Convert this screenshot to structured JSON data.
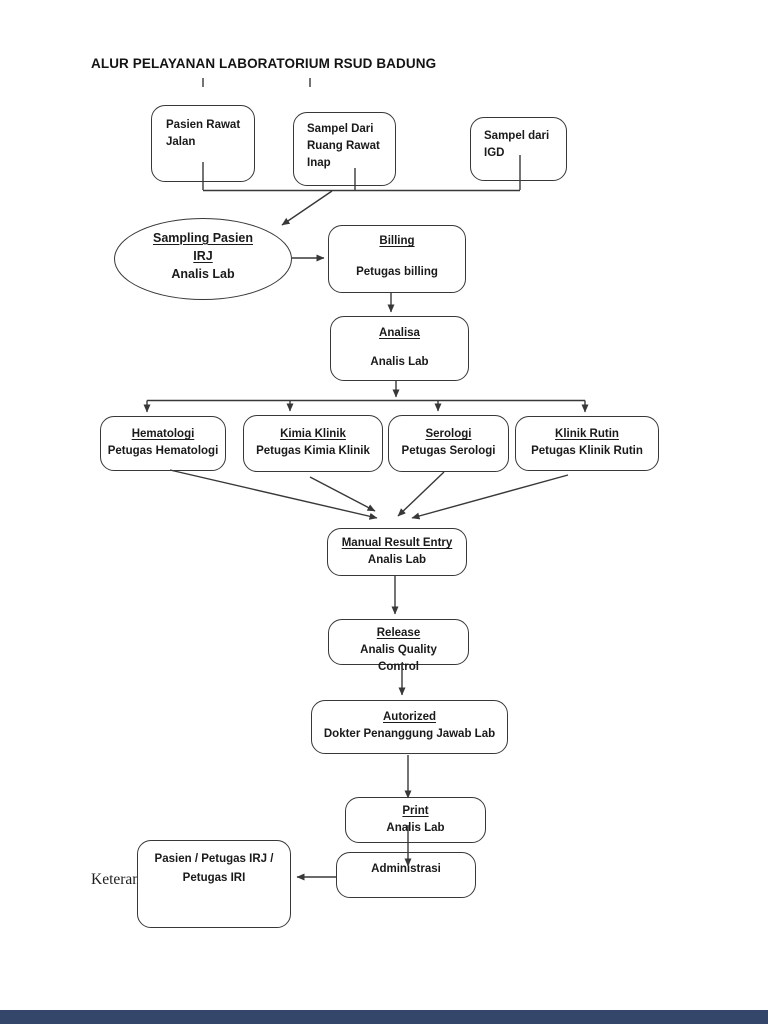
{
  "colors": {
    "line": "#383838",
    "text": "#1a1a1a",
    "bg": "#ffffff",
    "footer": "#35466b"
  },
  "title": "ALUR PELAYANAN LABORATORIUM RSUD BADUNG",
  "keterangan_label": "Keteran",
  "nodes": {
    "pasien_rawat_jalan": {
      "text": "Pasien Rawat\nJalan"
    },
    "sampel_rawat_inap": {
      "text": "Sampel Dari\nRuang Rawat\nInap"
    },
    "sampel_igd": {
      "text": "Sampel dari\nIGD"
    },
    "sampling_irj": {
      "heading": "Sampling Pasien\nIRJ",
      "sub": "Analis Lab"
    },
    "billing": {
      "heading": "Billing",
      "sub": "Petugas billing"
    },
    "analisa": {
      "heading": "Analisa",
      "sub": "Analis Lab"
    },
    "hematologi": {
      "heading": "Hematologi",
      "sub": "Petugas Hematologi"
    },
    "kimia_klinik": {
      "heading": "Kimia Klinik",
      "sub": "Petugas Kimia Klinik"
    },
    "serologi": {
      "heading": "Serologi",
      "sub": "Petugas Serologi"
    },
    "klinik_rutin": {
      "heading": "Klinik Rutin",
      "sub": "Petugas Klinik Rutin"
    },
    "manual_result_entry": {
      "heading": "Manual Result Entry",
      "sub": "Analis Lab"
    },
    "release": {
      "heading": "Release",
      "sub": "Analis Quality\nControl"
    },
    "autorized": {
      "heading": "Autorized",
      "sub": "Dokter Penanggung Jawab Lab"
    },
    "print": {
      "heading": "Print",
      "sub": "Analis Lab"
    },
    "administrasi": {
      "heading": "Administrasi"
    },
    "pasien_petugas": {
      "text": "Pasien / Petugas IRJ /\nPetugas IRI"
    }
  }
}
